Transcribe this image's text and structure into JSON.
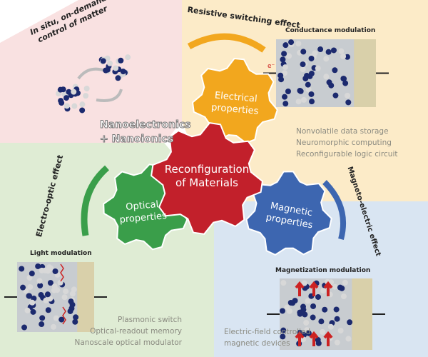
{
  "intro": {
    "caption_line1": "In situ, on-demand",
    "caption_line2": "control of matter"
  },
  "center_label": {
    "line1": "Nanoelectronics",
    "line2": "+ Nanoionics"
  },
  "gears": {
    "center": {
      "line1": "Reconfiguration",
      "line2": "of Materials",
      "color": "#c2202b"
    },
    "electrical": {
      "line1": "Electrical",
      "line2": "properties",
      "color": "#f2a71e"
    },
    "optical": {
      "line1": "Optical",
      "line2": "properties",
      "color": "#3a9e4a"
    },
    "magnetic": {
      "line1": "Magnetic",
      "line2": "properties",
      "color": "#3d66b0"
    }
  },
  "effects": {
    "electrical": "Resistive switching effect",
    "optical": "Electro-optic effect",
    "magnetic": "Magneto-electric effect"
  },
  "panels": {
    "conductance": {
      "title": "Conductance  modulation",
      "electron": "e⁻"
    },
    "light": {
      "title": "Light modulation"
    },
    "magnetization": {
      "title": "Magnetization  modulation"
    }
  },
  "applications": {
    "electrical": [
      "Nonvolatile data storage",
      "Neuromorphic computing",
      "Reconfigurable logic circuit"
    ],
    "optical": [
      "Plasmonic switch",
      "Optical-readout memory",
      "Nanoscale optical modulator"
    ],
    "magnetic": [
      "Electric-field controlled",
      "magnetic devices"
    ]
  },
  "colors": {
    "pink": "#f9e1e1",
    "orange": "#fcebc8",
    "green": "#dfecd4",
    "blue": "#d9e5f2",
    "atom_dark": "#1c2a6e",
    "atom_light": "#d8d8d8"
  }
}
